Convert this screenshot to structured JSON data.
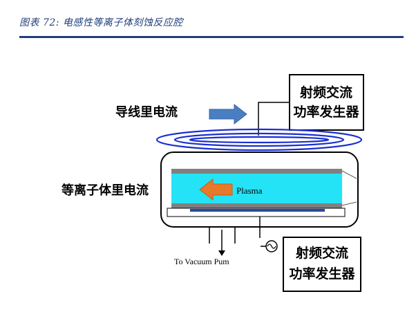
{
  "figure": {
    "caption": "图表 72:  电感性等离子体刻蚀反应腔"
  },
  "diagram": {
    "label_coil_current": "导线里电流",
    "label_plasma_current": "等离子体里电流",
    "label_plasma": "Plasma",
    "label_vacuum": "To Vacuum Pum",
    "rf_top_line1": "射频交流",
    "rf_top_line2": "功率发生器",
    "rf_bottom_line1": "射频交流",
    "rf_bottom_line2": "功率发生器"
  },
  "colors": {
    "caption": "#1f3f7a",
    "rule": "#1f3f7a",
    "coil": "#1a2fd0",
    "arrow_blue": "#4a7ec2",
    "arrow_orange": "#e8782a",
    "plasma": "#25e3f7",
    "electrode": "#808080",
    "wafer": "#2a4aa0"
  }
}
